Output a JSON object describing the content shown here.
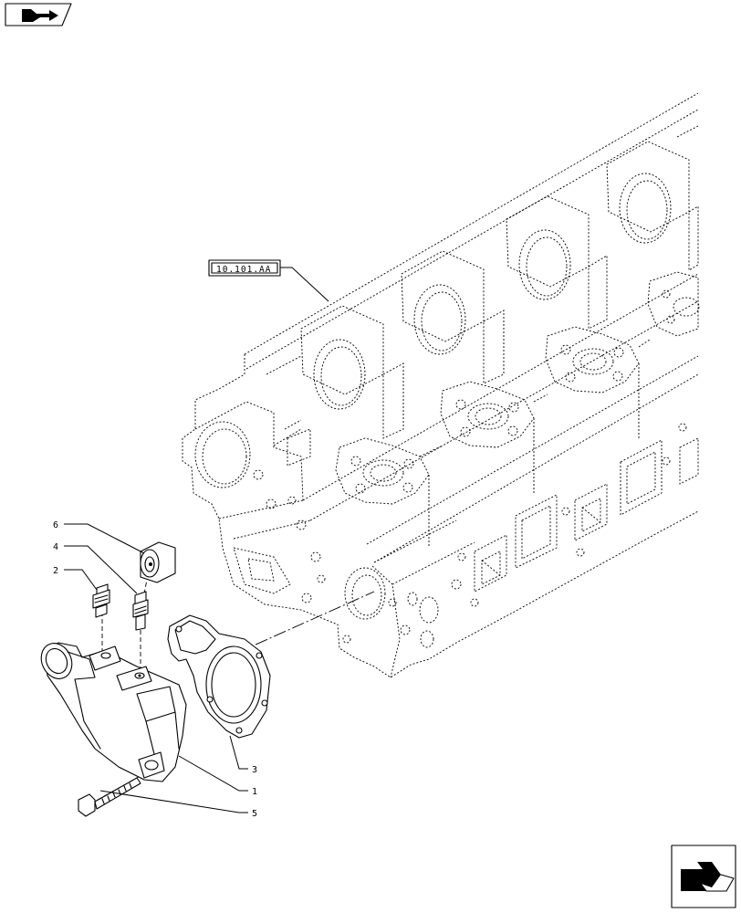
{
  "reference_label": "10.101.AA",
  "callouts": [
    {
      "id": "c6",
      "text": "6"
    },
    {
      "id": "c4",
      "text": "4"
    },
    {
      "id": "c2",
      "text": "2"
    },
    {
      "id": "c3",
      "text": "3"
    },
    {
      "id": "c1",
      "text": "1"
    },
    {
      "id": "c5",
      "text": "5"
    }
  ],
  "icons": {
    "top_left": "previous-page-arrow-icon",
    "bottom_right": "next-page-arrow-icon"
  }
}
